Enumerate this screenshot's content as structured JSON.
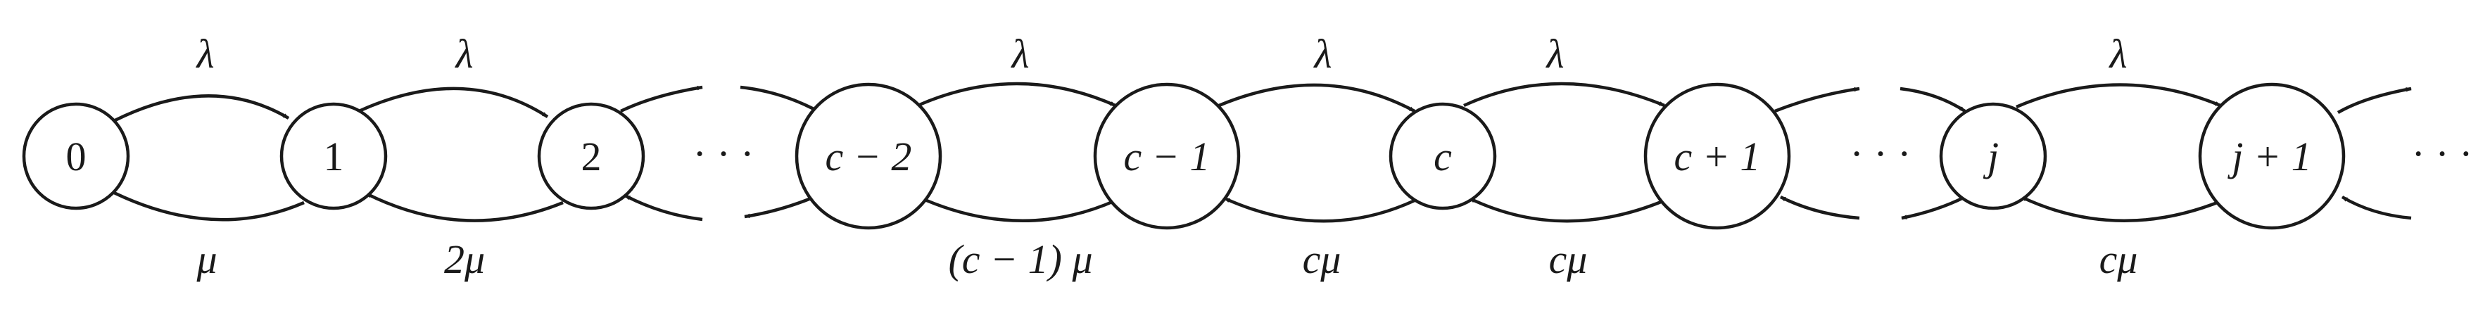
{
  "states": [
    {
      "id": "s0",
      "label": "0"
    },
    {
      "id": "s1",
      "label": "1"
    },
    {
      "id": "s2",
      "label": "2"
    },
    {
      "id": "sc2",
      "label": "c − 2"
    },
    {
      "id": "sc1",
      "label": "c − 1"
    },
    {
      "id": "sc",
      "label": "c"
    },
    {
      "id": "scp1",
      "label": "c + 1"
    },
    {
      "id": "sj",
      "label": "j"
    },
    {
      "id": "sj1",
      "label": "j + 1"
    }
  ],
  "arrival_labels": {
    "e01": "λ",
    "e12": "λ",
    "ec2c1": "λ",
    "ec1c": "λ",
    "eccp1": "λ",
    "ejj1": "λ"
  },
  "service_labels": {
    "s10": "μ",
    "s21": "2μ",
    "sc1c2": "(c − 1) μ",
    "scc1": "cμ",
    "scp1c": "cμ",
    "sj1j": "cμ"
  },
  "ellipsis": "· · ·"
}
